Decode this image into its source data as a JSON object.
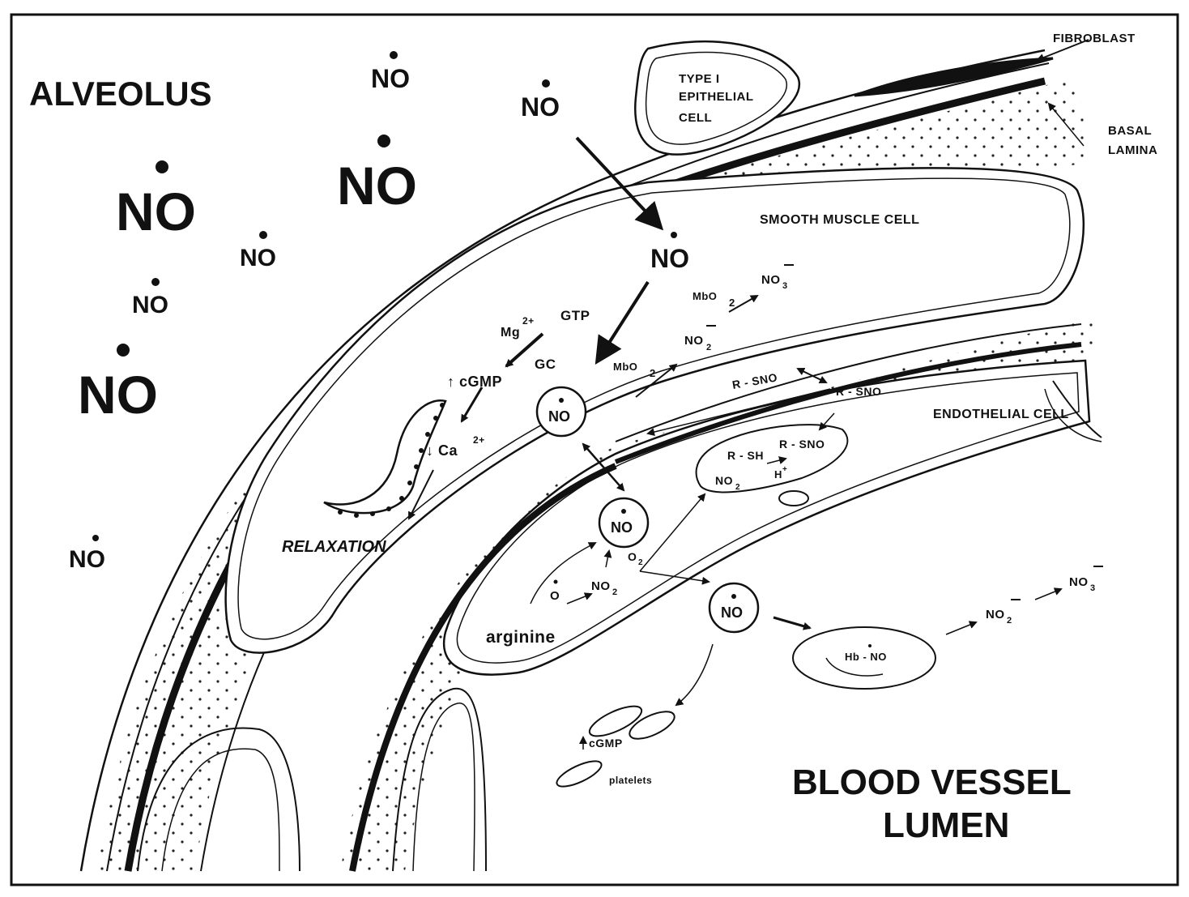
{
  "regions": {
    "alveolus": "ALVEOLUS",
    "blood_vessel_line1": "BLOOD VESSEL",
    "blood_vessel_line2": "LUMEN"
  },
  "cells": {
    "type1_line1": "TYPE I",
    "type1_line2": "EPITHELIAL",
    "type1_line3": "CELL",
    "fibroblast": "FIBROBLAST",
    "basal_line1": "BASAL",
    "basal_line2": "LAMINA",
    "smooth_muscle": "SMOOTH MUSCLE CELL",
    "endothelial": "ENDOTHELIAL CELL"
  },
  "no_label": "NO",
  "pathway": {
    "gtp": "GTP",
    "mg": "Mg",
    "mg_charge": "2+",
    "gc": "GC",
    "cgmp_up": "↑ cGMP",
    "ca": "↓ Ca",
    "ca_charge": "2+",
    "relaxation": "RELAXATION",
    "mbo2": "MbO",
    "mbo2_sub": "2",
    "no2": "NO",
    "no2_sub": "2",
    "no3": "NO",
    "no3_sub": "3",
    "rsno": "R - SNO",
    "rsh": "R - SH",
    "hplus": "H",
    "o2": "O",
    "o2_sub": "2",
    "o_radical": "O",
    "arginine": "arginine",
    "hbno": "Hb - NO",
    "cgmp_platelet": "cGMP",
    "platelets": "platelets"
  }
}
